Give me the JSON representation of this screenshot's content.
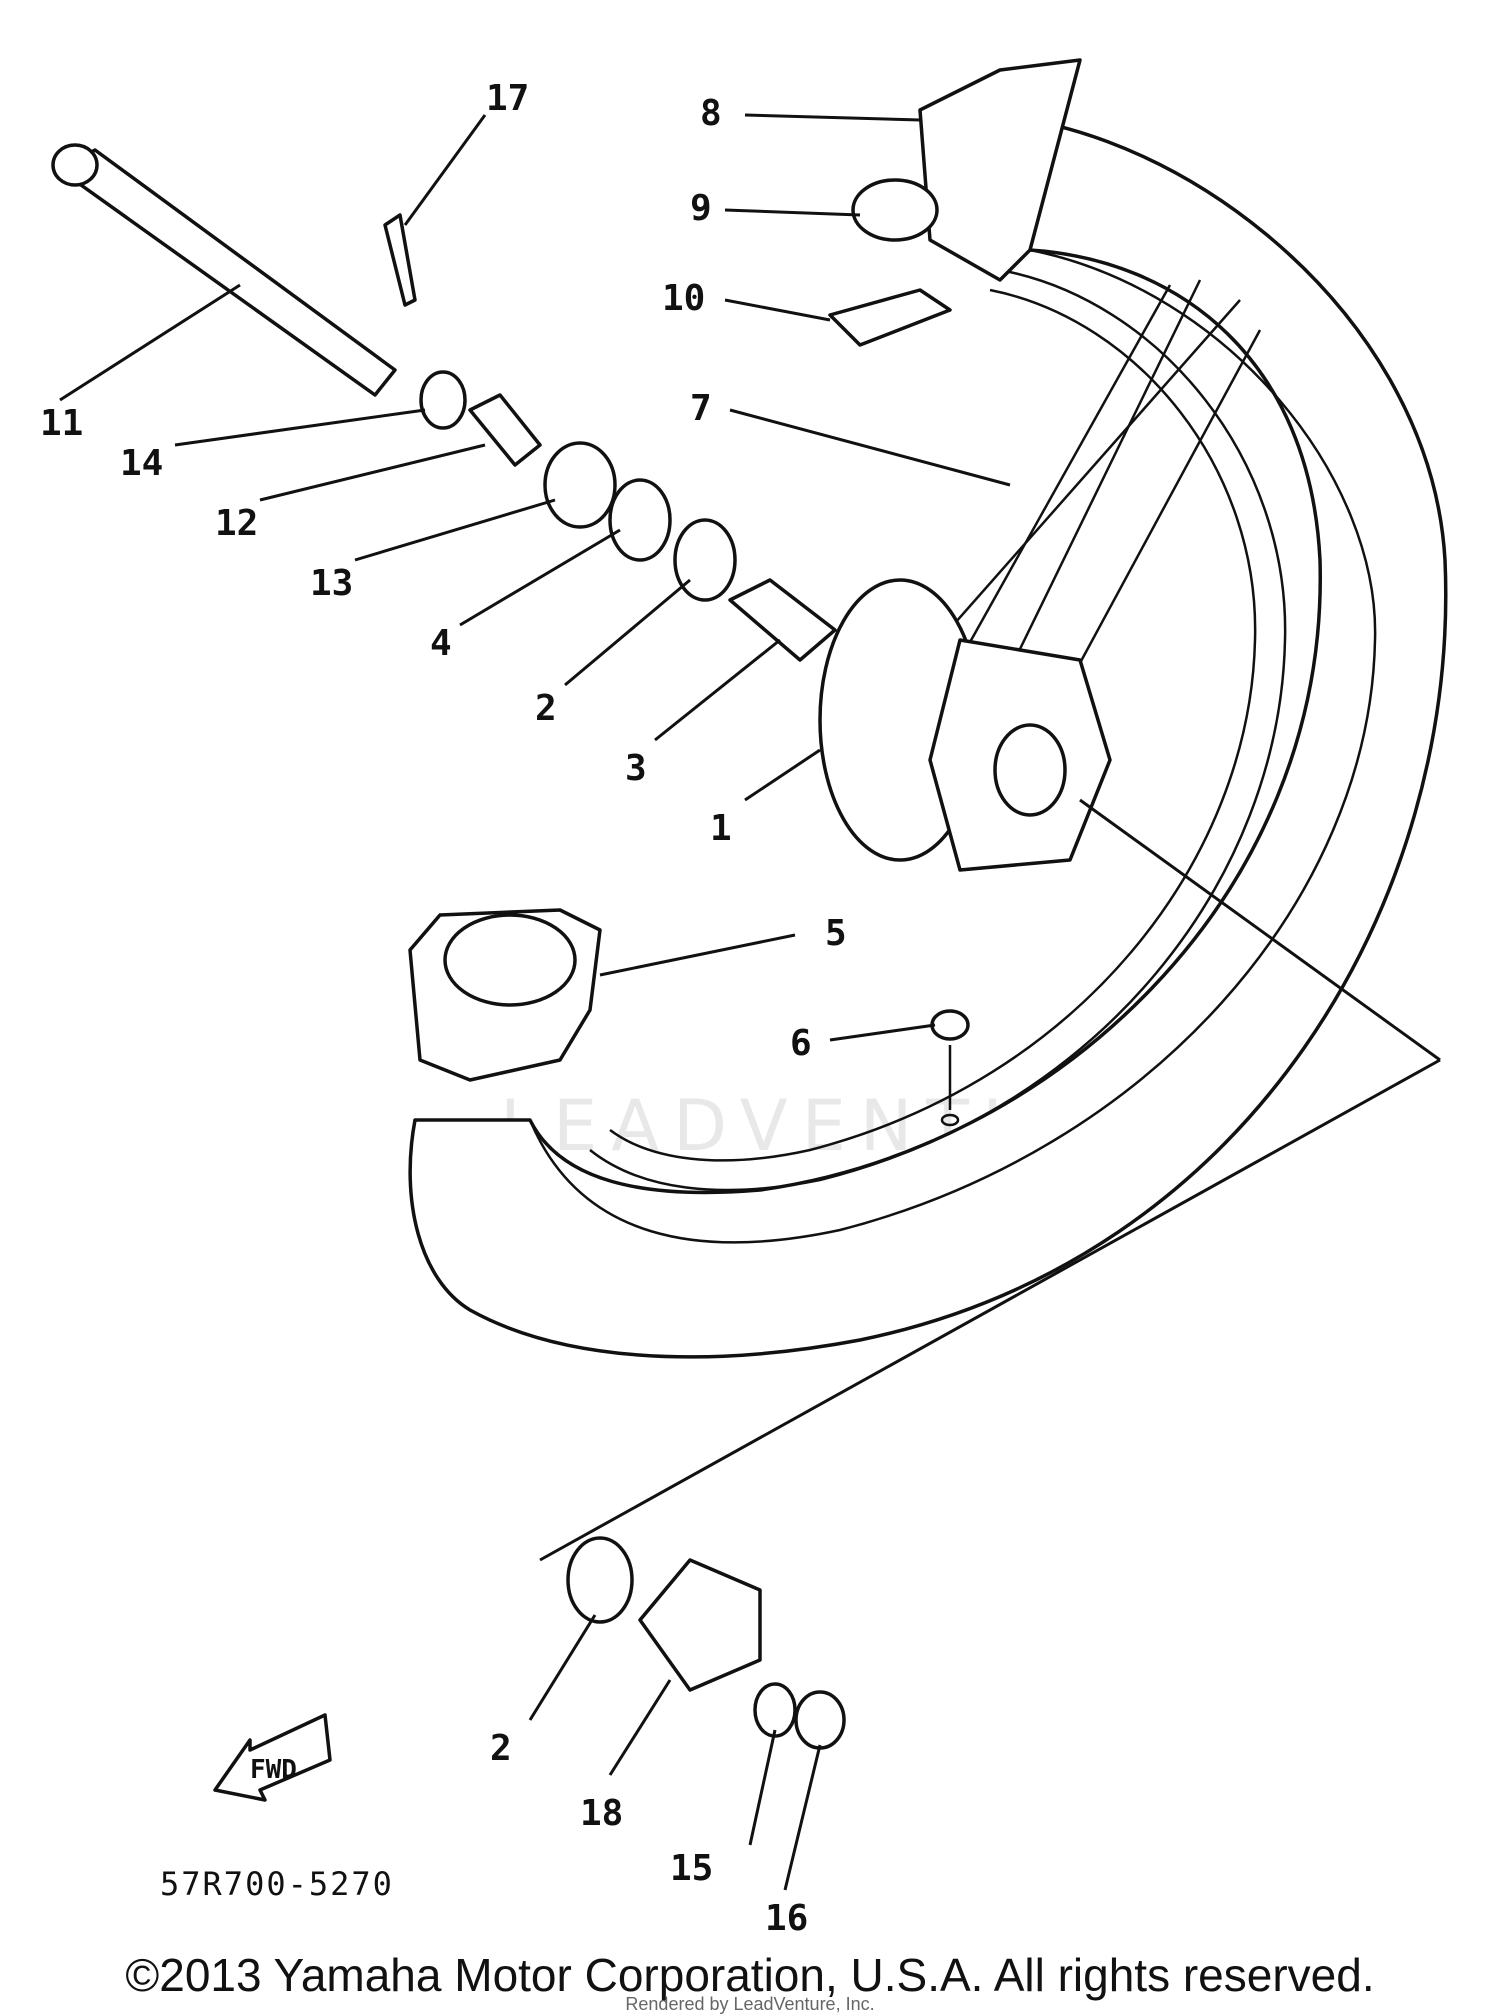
{
  "diagram": {
    "callouts": [
      "17",
      "8",
      "9",
      "10",
      "11",
      "14",
      "7",
      "12",
      "13",
      "4",
      "2",
      "3",
      "1",
      "5",
      "6",
      "2",
      "18",
      "15",
      "16"
    ],
    "drawing_code": "57R700-5270",
    "fwd_label": "FWD",
    "watermark": "LEADVENTURE"
  },
  "footer": {
    "copyright": "©2013 Yamaha Motor Corporation, U.S.A. All rights reserved.",
    "rendered_by": "Rendered by LeadVenture, Inc."
  }
}
